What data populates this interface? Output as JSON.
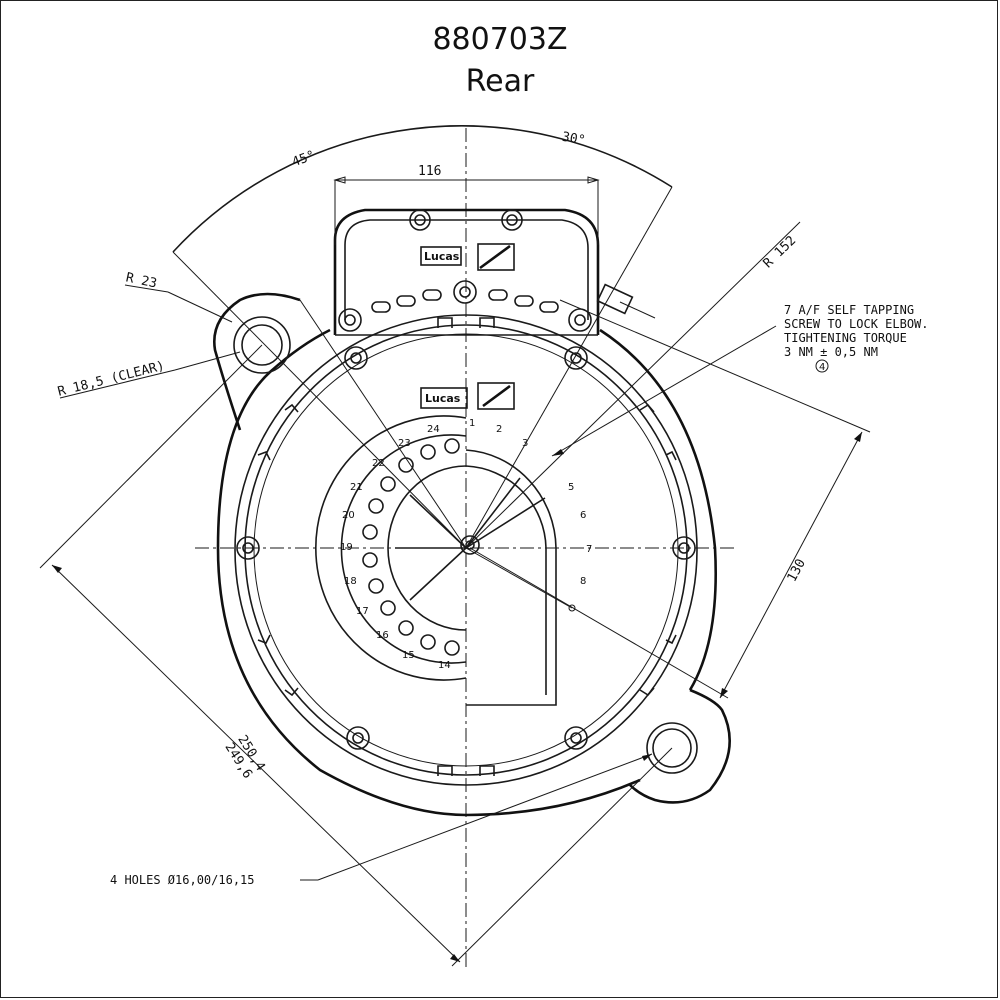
{
  "title": {
    "part_number": "880703Z",
    "view": "Rear"
  },
  "dimensions": {
    "angle_left": "45°",
    "angle_right": "30°",
    "width_top": "116",
    "radius_outer": "R 152",
    "radius_ear": "R 23",
    "radius_clear": "R 18,5 (CLEAR)",
    "height_right": "130",
    "diag_upper": "250,4",
    "diag_lower": "249,6"
  },
  "notes": {
    "screw_line1": "7 A/F SELF TAPPING",
    "screw_line2": "SCREW TO LOCK ELBOW.",
    "screw_line3": "TIGHTENING TORQUE",
    "screw_line4": "3 NM ± 0,5 NM",
    "screw_ref": "4",
    "holes": "4 HOLES Ø16,00/16,15"
  },
  "logos": {
    "upper": "Lucas",
    "lower": "Lucas"
  },
  "dial": {
    "n1": "1",
    "n2": "2",
    "n3": "3",
    "n5": "5",
    "n6": "6",
    "n7": "7",
    "n8": "8",
    "n14": "14",
    "n15": "15",
    "n16": "16",
    "n17": "17",
    "n18": "18",
    "n19": "19",
    "n20": "20",
    "n21": "21",
    "n22": "22",
    "n23": "23",
    "n24": "24"
  }
}
